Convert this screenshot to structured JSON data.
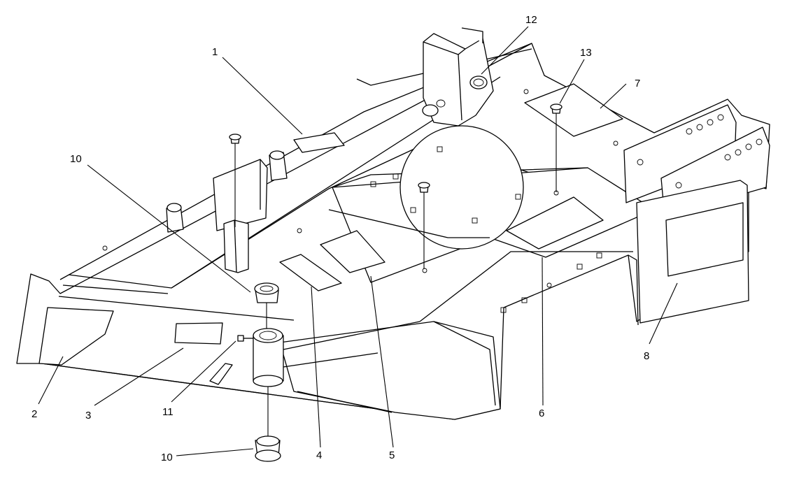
{
  "callouts": [
    {
      "id": "c1",
      "text": "1"
    },
    {
      "id": "c2",
      "text": "2"
    },
    {
      "id": "c3",
      "text": "3"
    },
    {
      "id": "c4",
      "text": "4"
    },
    {
      "id": "c5",
      "text": "5"
    },
    {
      "id": "c6",
      "text": "6"
    },
    {
      "id": "c7",
      "text": "7"
    },
    {
      "id": "c8",
      "text": "8"
    },
    {
      "id": "c10a",
      "text": "10"
    },
    {
      "id": "c10b",
      "text": "10"
    },
    {
      "id": "c11",
      "text": "11"
    },
    {
      "id": "c12",
      "text": "12"
    },
    {
      "id": "c13",
      "text": "13"
    }
  ]
}
